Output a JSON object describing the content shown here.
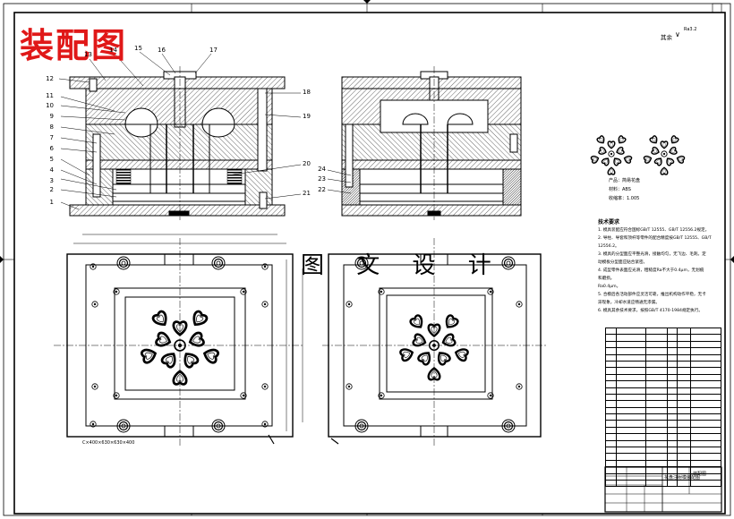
{
  "drawing_title": "装配图",
  "watermark": "图 文 设 计",
  "roughness_symbol": "其余",
  "roughness_value": "Ra3.2",
  "balloons_left": [
    "11",
    "10",
    "9",
    "8",
    "7",
    "6",
    "5",
    "4",
    "3",
    "2",
    "1"
  ],
  "balloon_12": "12",
  "balloons_top": [
    "13",
    "14",
    "15",
    "16",
    "17"
  ],
  "balloons_right_main": [
    "18",
    "19",
    "20",
    "21"
  ],
  "balloons_left_side": [
    "24",
    "23",
    "22"
  ],
  "part_info": [
    "产品：简易花盘",
    "材料：ABS",
    "收缩率：1.005"
  ],
  "tech_req_title": "技术要求",
  "tech_req_lines": [
    "1. 模具装配应符合国标GB/T 12555、GB/T 12556.2规定。",
    "2. 导柱、导套和顶杆等零件的配合精度按GB/T 12555、GB/T",
    "12556.2。",
    "3. 模具的分型面应平整光滑，接触均匀，无飞边、毛刺。定",
    "动模板分型面应贴合紧密。",
    "4. 成型零件表面应光滑，粗糙度Ra不大于0.4μm，无划痕",
    "和磨损。",
    "Ra0.4μm。",
    "5. 合模后各活动部件应灵活可靠，推出机构动作平稳，无卡",
    "滞现象，冷却水道应畅通无渗漏。",
    "6. 模具其余技术要求，按照GB/T 4170-1984规定执行。"
  ],
  "bom_rows": 24,
  "dims_bottom_left": "C×400×630×630×400",
  "title_block_name": "花盘注射模装配图",
  "title_block_code": "装配图"
}
